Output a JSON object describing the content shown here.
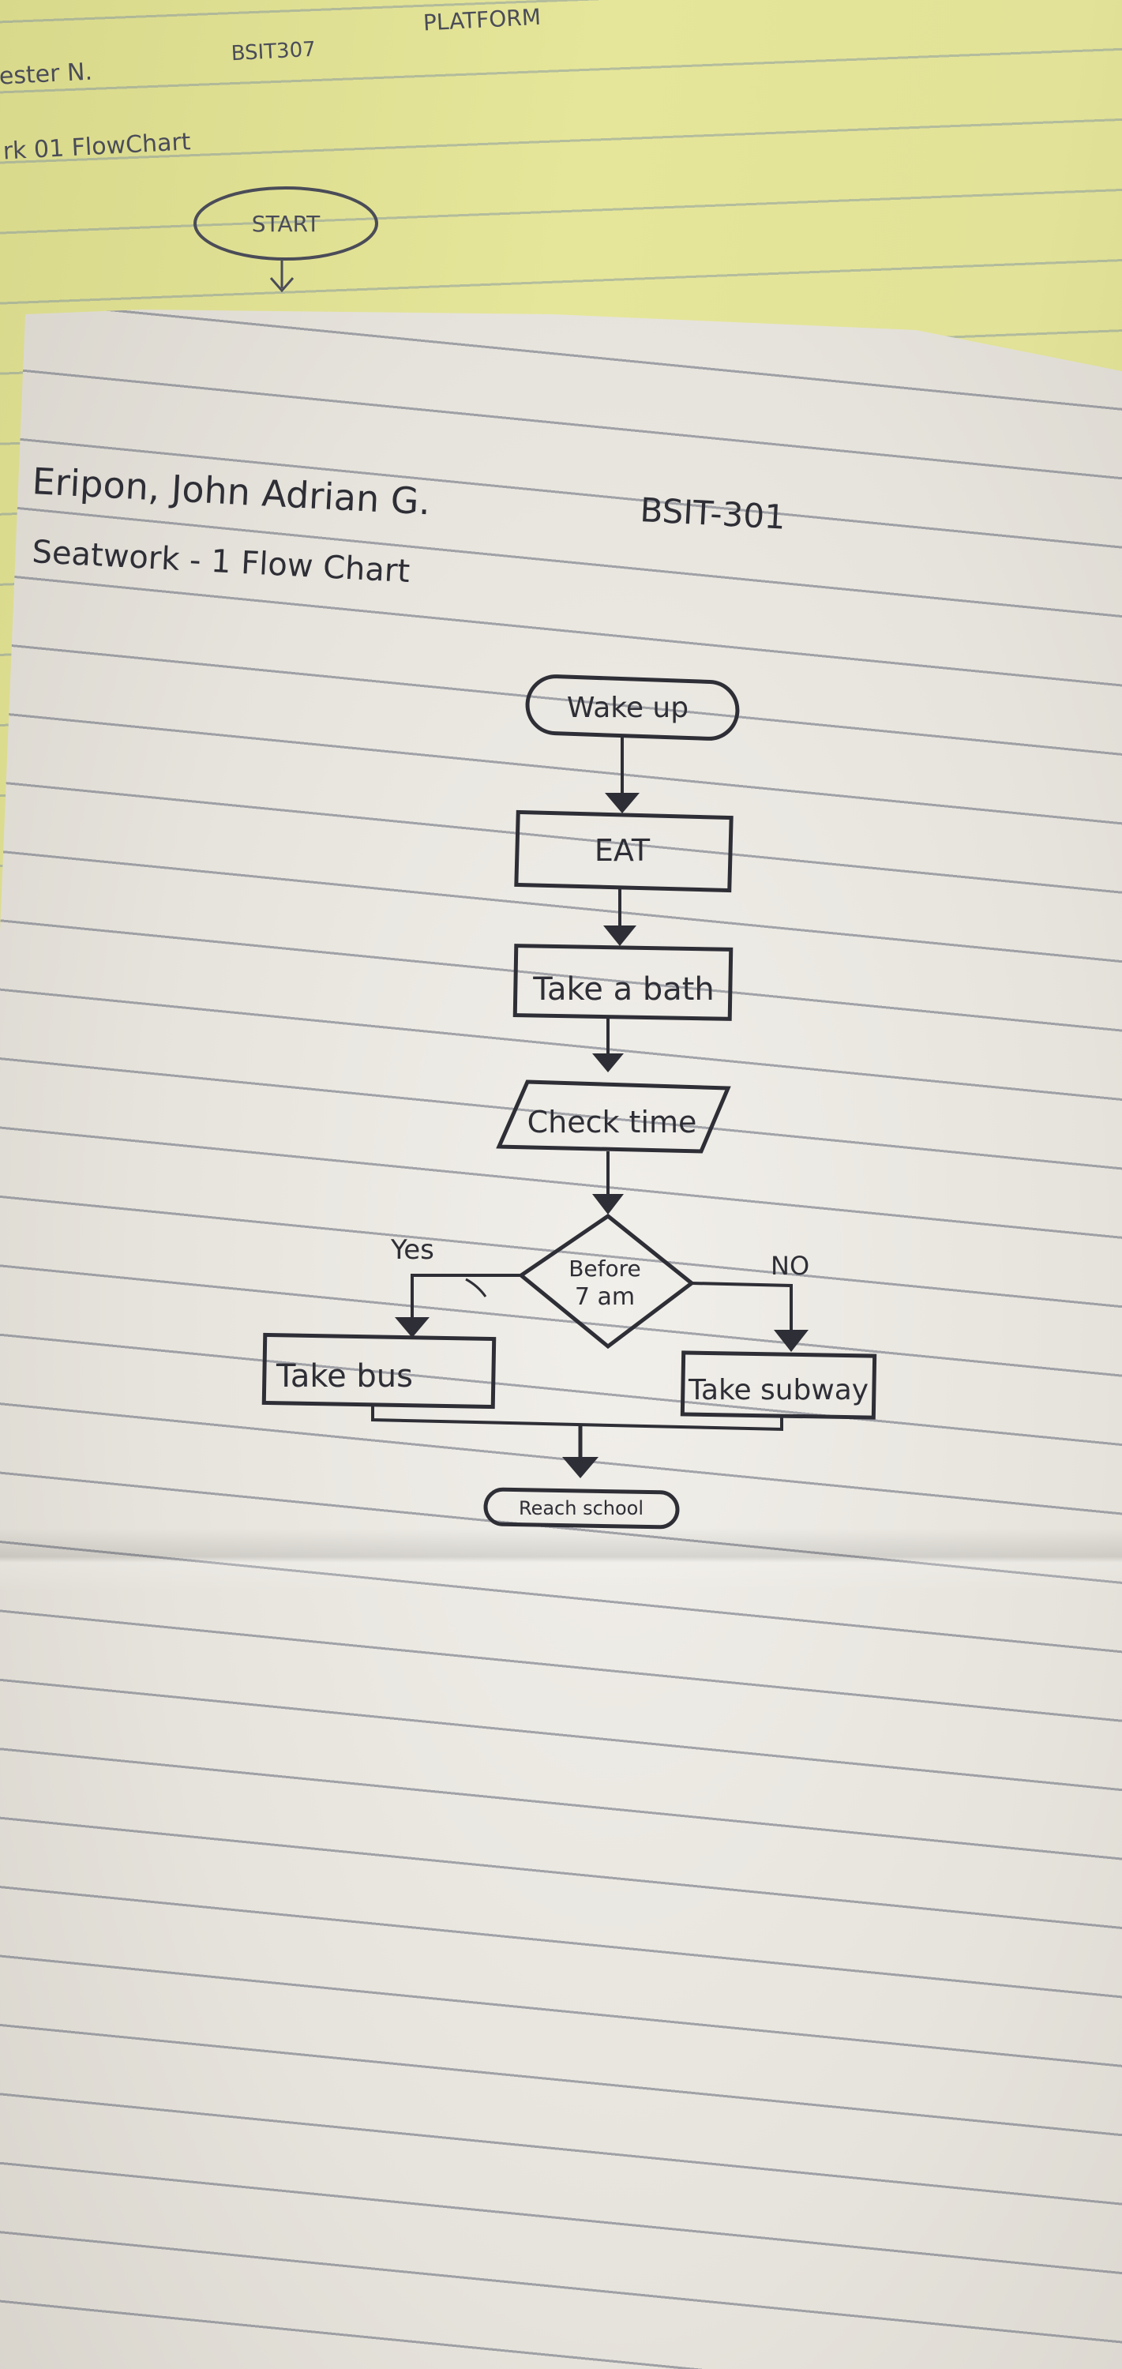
{
  "background_sheet": {
    "header_name": "ester N.",
    "header_section": "BSIT307",
    "header_platform": "PLATFORM",
    "subtitle": "rk 01  FlowChart",
    "start_node": "START"
  },
  "sheet": {
    "name": "Eripon, John Adrian G.",
    "section": "BSIT-301",
    "title": "Seatwork - 1  Flow Chart"
  },
  "flowchart": {
    "nodes": {
      "wake_up": "Wake up",
      "eat": "EAT",
      "bath": "Take a bath",
      "check_time": "Check time",
      "decision_line1": "Before",
      "decision_line2": "7 am",
      "bus": "Take bus",
      "subway": "Take subway",
      "reach": "Reach school"
    },
    "branch_labels": {
      "yes": "Yes",
      "no": "NO"
    }
  },
  "colors": {
    "ink": "#2e2e36",
    "yellow_pad": "#e2e298",
    "white_paper": "#ebe8e2"
  }
}
